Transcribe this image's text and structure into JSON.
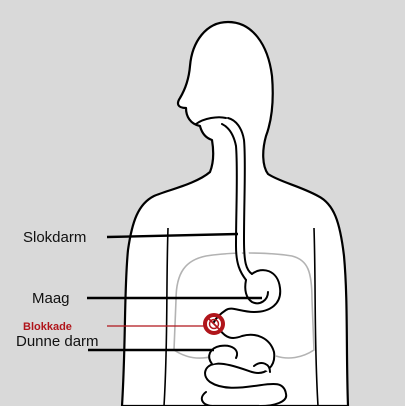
{
  "colors": {
    "background": "#d9d9d9",
    "silhouette": "#ffffff",
    "outline": "#000000",
    "label_text": "#111111",
    "blockage": "#b0151b"
  },
  "labels": {
    "slokdarm": "Slokdarm",
    "maag": "Maag",
    "blokkade": "Blokkade",
    "dunne_darm": "Dunne darm"
  }
}
